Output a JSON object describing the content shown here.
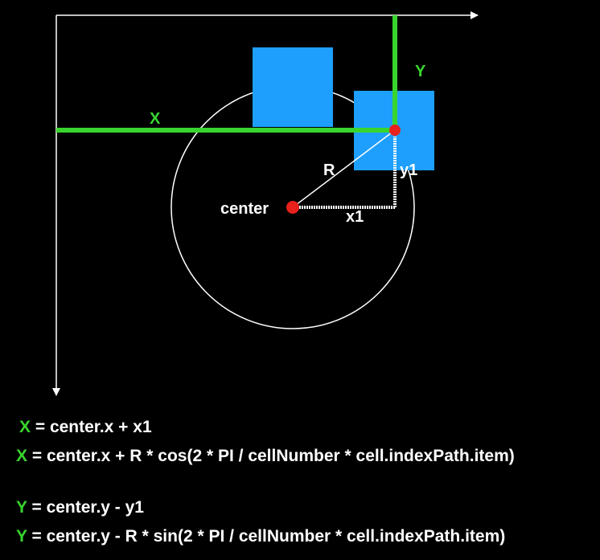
{
  "colors": {
    "background": "#000000",
    "axis": "#ffffff",
    "circle": "#ffffff",
    "cell": "#1e9ffd",
    "guide_line": "#39d52f",
    "point": "#e8211c",
    "label": "#ffffff"
  },
  "labels": {
    "x_axis_marker": "X",
    "y_axis_marker": "Y",
    "radius": "R",
    "center": "center",
    "x1": "x1",
    "y1": "y1"
  },
  "formulas": [
    {
      "var": "X",
      "expr": " = center.x + x1"
    },
    {
      "var": "X",
      "expr": " = center.x + R * cos(2 * PI / cellNumber * cell.indexPath.item)"
    },
    {
      "var": "Y",
      "expr": " = center.y - y1"
    },
    {
      "var": "Y",
      "expr": " = center.y - R * sin(2 * PI / cellNumber * cell.indexPath.item)"
    }
  ]
}
